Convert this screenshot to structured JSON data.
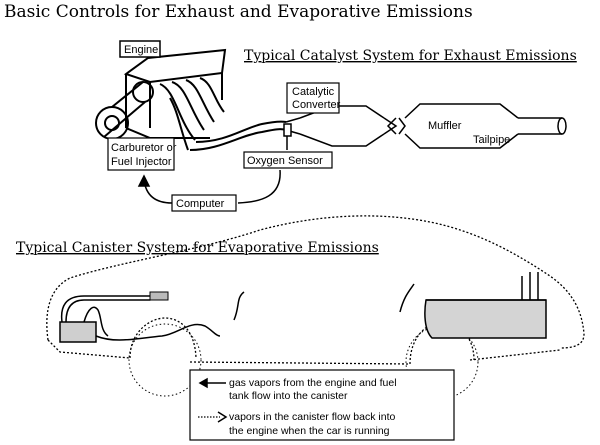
{
  "title": "Basic Controls for Exhaust and Evaporative Emissions",
  "catalyst_section": {
    "heading": "Typical Catalyst System for Exhaust Emissions",
    "labels": {
      "engine": "Engine",
      "catalytic_line1": "Catalytic",
      "catalytic_line2": "Converter",
      "muffler": "Muffler",
      "tailpipe": "Tailpipe",
      "carb_line1": "Carburetor or",
      "carb_line2": "Fuel Injector",
      "oxygen_sensor": "Oxygen Sensor",
      "computer": "Computer"
    }
  },
  "canister_section": {
    "heading": "Typical Canister System for Evaporative Emissions"
  },
  "legend": {
    "item1_line1": "gas vapors from the engine and fuel",
    "item1_line2": "tank flow into the canister",
    "item2_line1": "vapors in the canister flow back into",
    "item2_line2": "the engine when the car is running"
  }
}
